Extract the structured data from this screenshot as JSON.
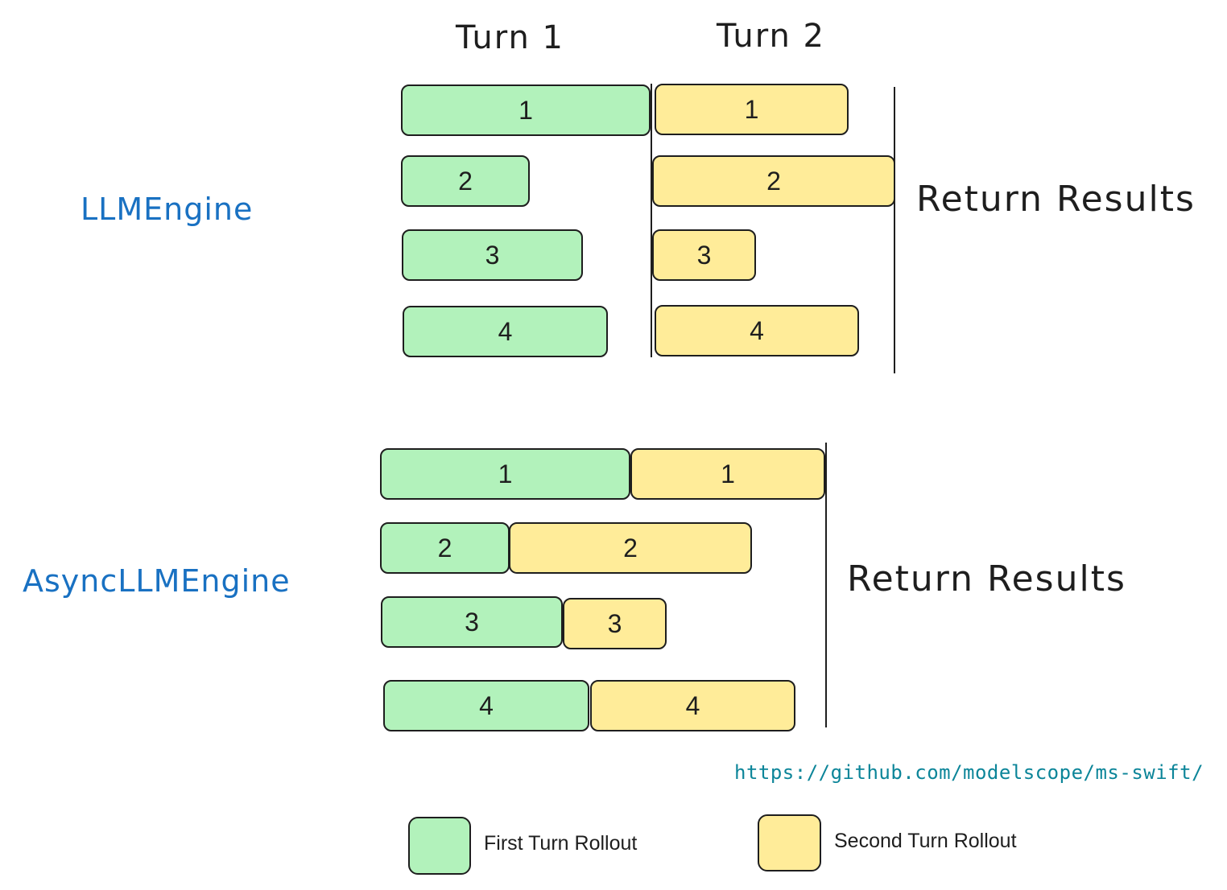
{
  "headers": {
    "turn1": "Turn 1",
    "turn2": "Turn 2"
  },
  "engines": {
    "sync": {
      "label": "LLMEngine",
      "return_label": "Return Results"
    },
    "async": {
      "label": "AsyncLLMEngine",
      "return_label": "Return Results"
    }
  },
  "rollouts": {
    "sync_first": [
      "1",
      "2",
      "3",
      "4"
    ],
    "sync_second": [
      "1",
      "2",
      "3",
      "4"
    ],
    "async_first": [
      "1",
      "2",
      "3",
      "4"
    ],
    "async_second": [
      "1",
      "2",
      "3",
      "4"
    ]
  },
  "url": "https://github.com/modelscope/ms-swift/",
  "legend": {
    "first": "First Turn Rollout",
    "second": "Second Turn Rollout"
  },
  "colors": {
    "first_turn": "#b2f2bb",
    "second_turn": "#ffec99",
    "engine_label": "#1971c2",
    "url": "#0c8599"
  }
}
